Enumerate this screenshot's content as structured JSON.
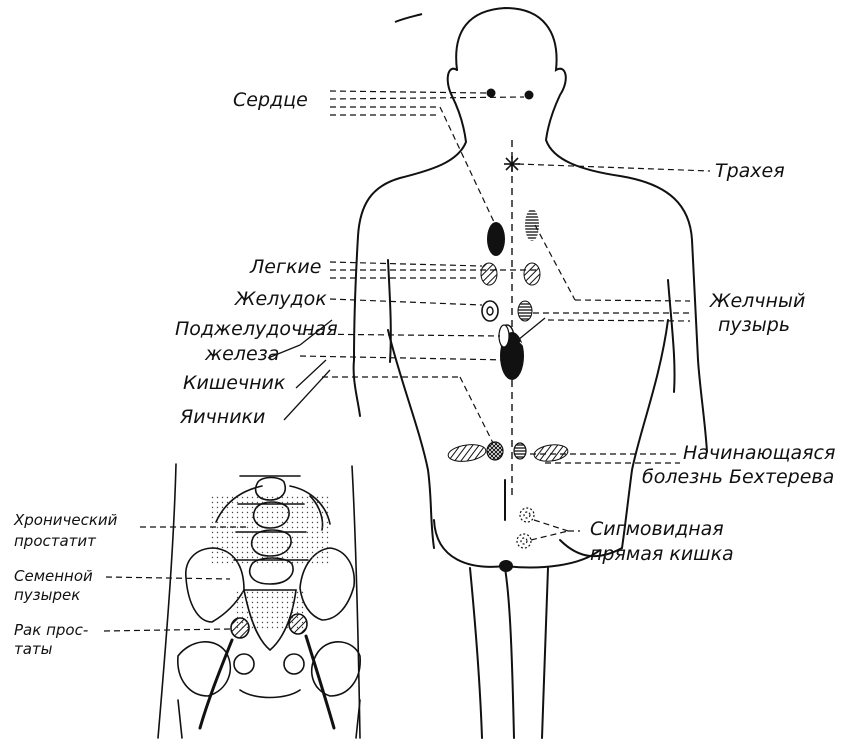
{
  "main_labels": {
    "heart": "Сердце",
    "trachea": "Трахея",
    "lungs": "Легкие",
    "stomach": "Желудок",
    "pancreas_line1": "Поджелудочная",
    "pancreas_line2": "железа",
    "intestine": "Кишечник",
    "ovaries": "Яичники",
    "gallbladder_line1": "Желчный",
    "gallbladder_line2": "пузырь",
    "bechterew_line1": "Начинающаяся",
    "bechterew_line2": "болезнь Бехтерева",
    "sigmoid_line1": "Сигмовидная",
    "sigmoid_line2": "прямая кишка"
  },
  "inset_labels": {
    "prostatitis_line1": "Хронический",
    "prostatitis_line2": "простатит",
    "seminal_line1": "Семенной",
    "seminal_line2": "пузырек",
    "cancer_line1": "Рак прос-",
    "cancer_line2": "таты"
  },
  "colors": {
    "ink": "#111111",
    "paper": "#ffffff"
  }
}
